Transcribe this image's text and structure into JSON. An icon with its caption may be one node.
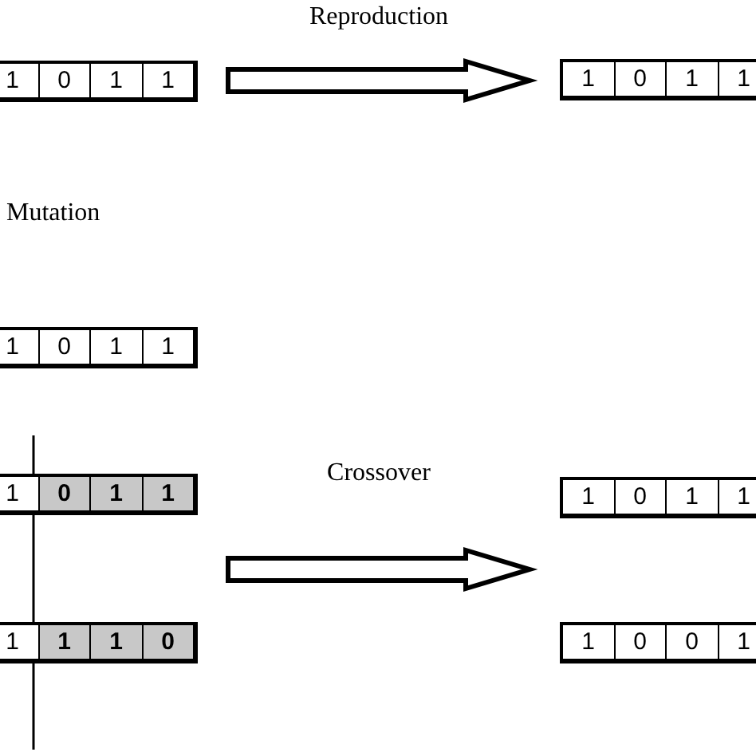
{
  "diagram": {
    "nodes": [
      {
        "text": [
          "1",
          "0",
          "1",
          "1"
        ]
      },
      {
        "text": [
          "1",
          "0",
          "1",
          "1"
        ]
      },
      {
        "text": [
          "1",
          "0",
          "1",
          "1"
        ]
      },
      {
        "text": [
          "1",
          "0",
          "1",
          "1"
        ]
      },
      {
        "text": [
          "1",
          "1",
          "1",
          "0"
        ]
      },
      {
        "text": [
          "1",
          "0",
          "1",
          "1"
        ]
      },
      {
        "text": [
          "1",
          "0",
          "0",
          "1"
        ]
      }
    ],
    "edges": [
      {
        "from": 0,
        "to": 1,
        "arrow": "to",
        "label": "Reproduction"
      },
      {
        "from": 3,
        "to": 5,
        "arrow": "to",
        "label": "Crossover"
      },
      {
        "from": 3,
        "to": 6,
        "arrow": "to"
      },
      {
        "from": 4,
        "to": 5,
        "arrow": "to"
      },
      {
        "from": 4,
        "to": 6,
        "arrow": "to"
      }
    ],
    "labels": [
      "Mutation"
    ]
  }
}
